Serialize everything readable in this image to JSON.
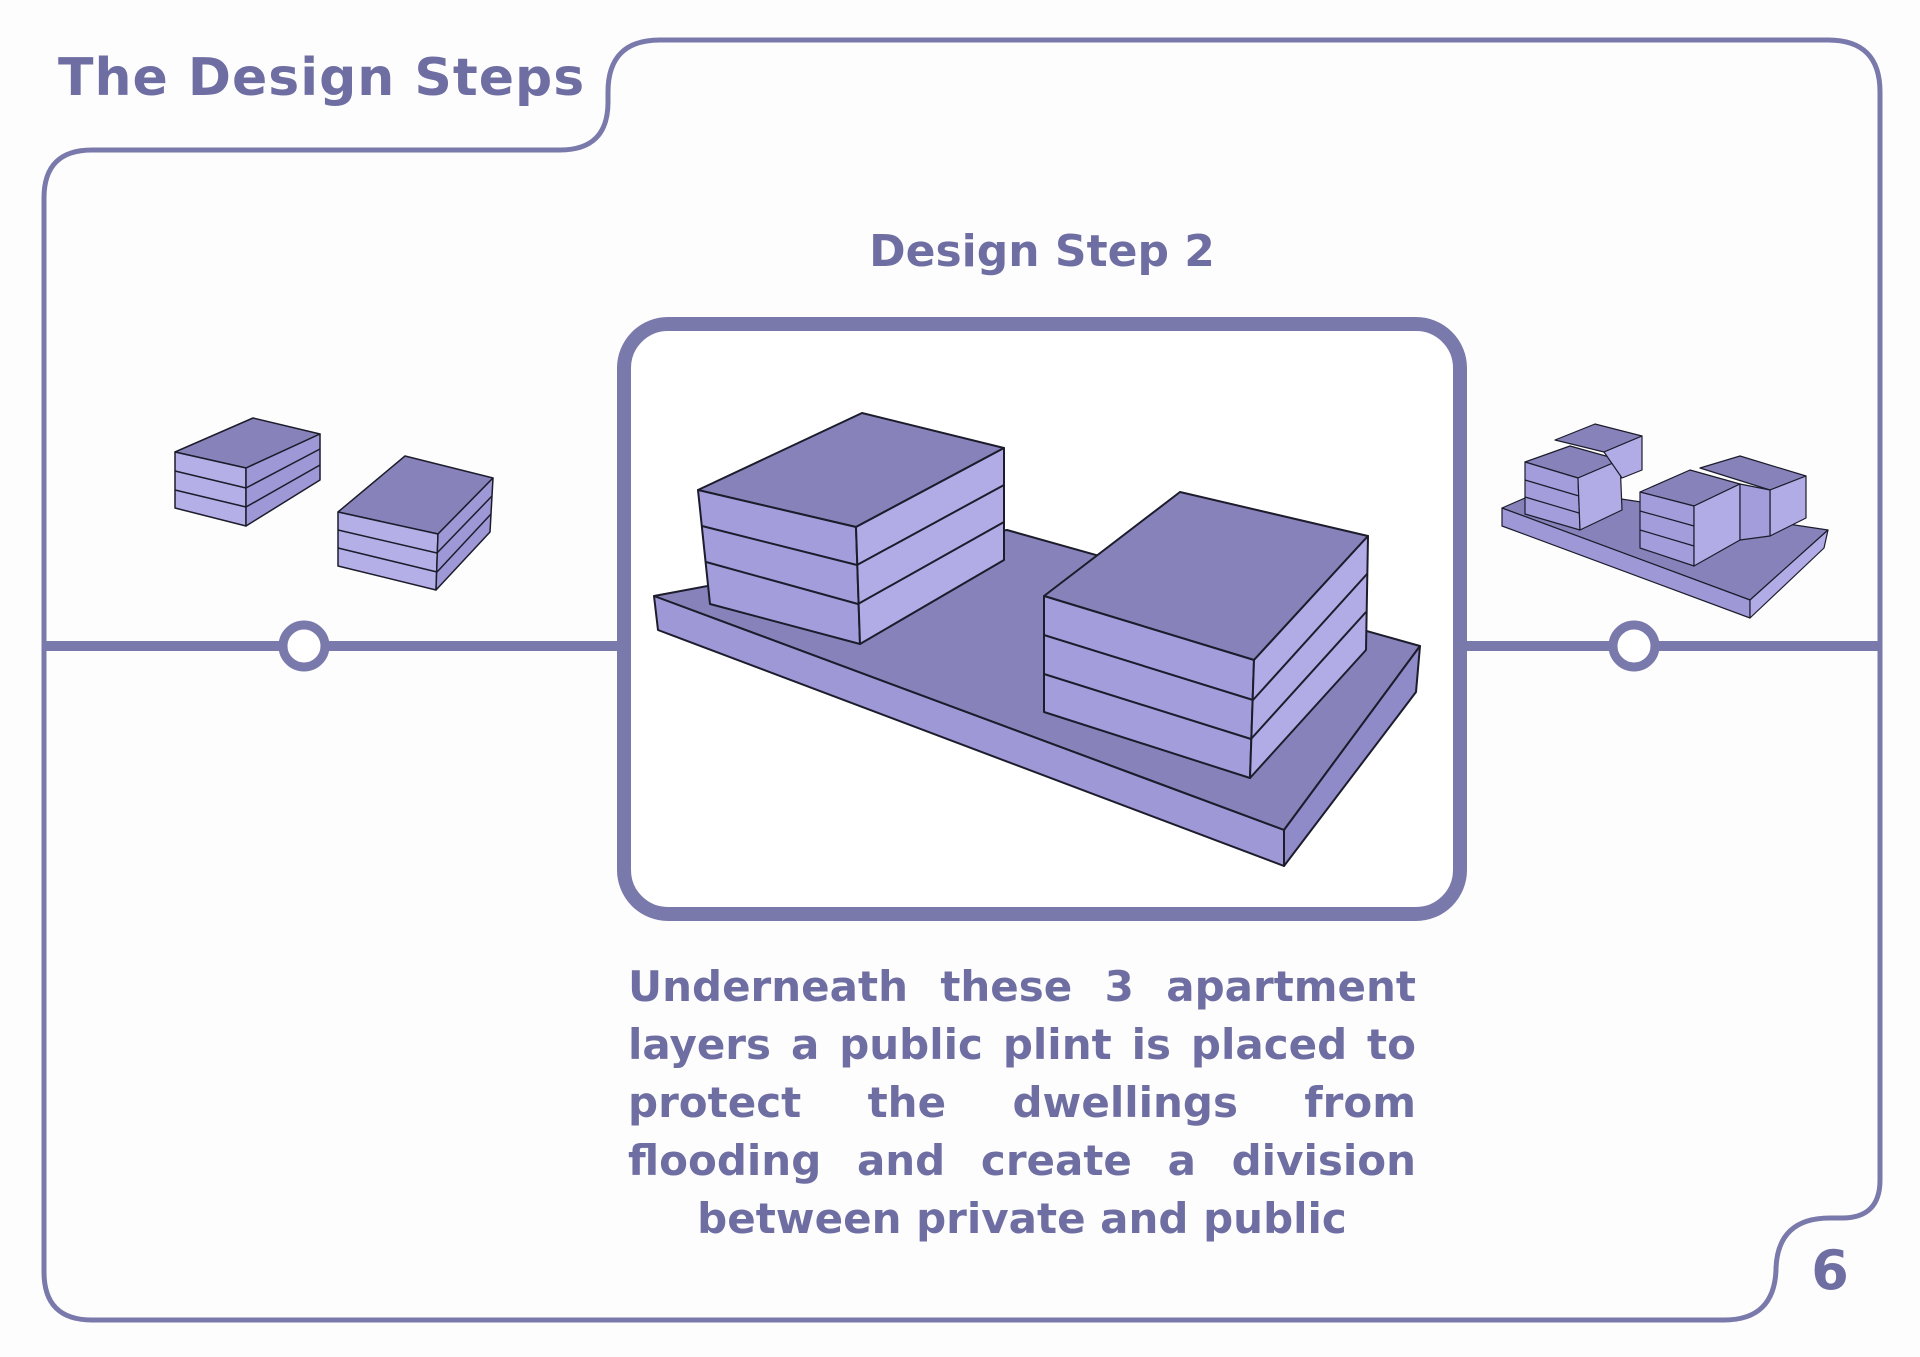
{
  "header": {
    "title": "The Design Steps"
  },
  "step": {
    "heading": "Design Step 2",
    "description": "Underneath these 3 apartment layers a public plint is placed to protect the dwellings from flooding and create a division between private and public"
  },
  "footer": {
    "page_number": "6"
  },
  "timeline": {
    "steps_visible": 3,
    "current_step": 2
  },
  "colors": {
    "frame": "#7a79ab",
    "text": "#6f6ea3",
    "block_top": "#8783ba",
    "block_side_light": "#b4afe6",
    "block_side_mid": "#9e98d6",
    "block_outline": "#1c1c2c"
  },
  "icons": {
    "timeline_marker": "circle-node-icon"
  }
}
